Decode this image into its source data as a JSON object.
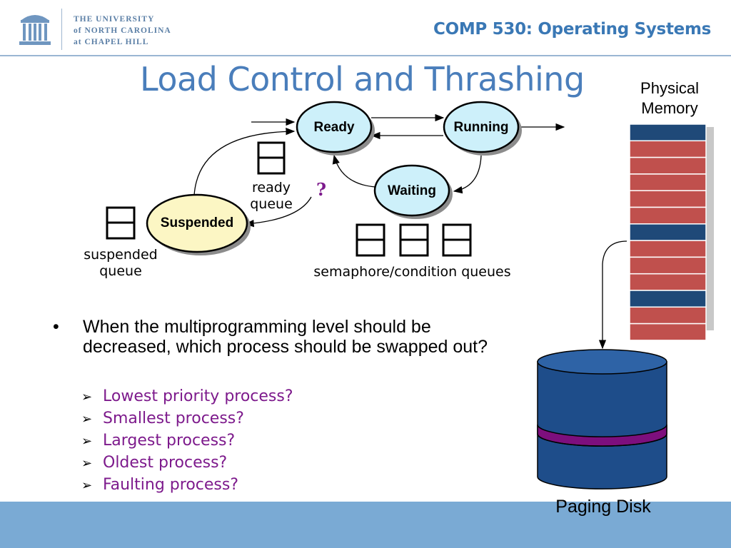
{
  "header": {
    "logo_lines": [
      "THE UNIVERSITY",
      "of NORTH CAROLINA",
      "at CHAPEL HILL"
    ],
    "course": "COMP 530: Operating Systems"
  },
  "slide": {
    "title": "Load Control and Thrashing"
  },
  "diagram": {
    "states": {
      "ready": "Ready",
      "running": "Running",
      "waiting": "Waiting",
      "suspended": "Suspended"
    },
    "question_mark": "?",
    "ready_queue_label": [
      "ready",
      "queue"
    ],
    "suspended_queue_label": [
      "suspended",
      "queue"
    ],
    "semaphore_label": "semaphore/condition queues",
    "physical_memory_label": [
      "Physical",
      "Memory"
    ],
    "paging_disk_label": "Paging Disk",
    "memory_frames": [
      "blue",
      "red",
      "red",
      "red",
      "red",
      "red",
      "blue",
      "red",
      "red",
      "red",
      "blue",
      "red",
      "red"
    ],
    "colors": {
      "node_fill": "#cdf0fa",
      "suspended_fill": "#fcf6c4",
      "frame_blue": "#1f4978",
      "frame_red": "#c0504d",
      "disk_blue": "#1e4d8a",
      "disk_band": "#7d0f7d",
      "question": "#7d1a8c"
    }
  },
  "bullet": {
    "marker": "•",
    "text": "When the multiprogramming level should be decreased, which process should be swapped out?",
    "sub_marker": "➢",
    "subitems": [
      "Lowest priority process?",
      "Smallest process?",
      "Largest process?",
      "Oldest process?",
      "Faulting process?"
    ]
  }
}
